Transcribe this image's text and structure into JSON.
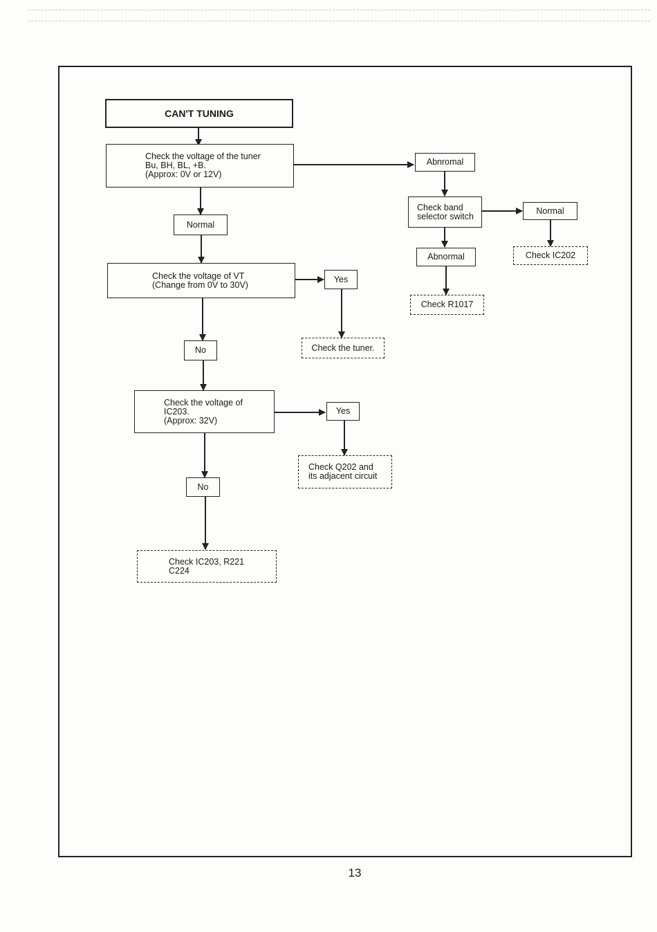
{
  "title": "CAN'T TUNING",
  "page_number": "13",
  "nodes": {
    "check_tuner_voltage": [
      "Check the voltage of the tuner",
      "Bu, BH, BL, +B.",
      "(Approx: 0V or 12V)"
    ],
    "normal_1": "Normal",
    "check_vt_voltage": [
      "Check the voltage of VT",
      "(Change from 0V to 30V)"
    ],
    "yes_1": "Yes",
    "check_tuner": "Check the tuner.",
    "no_1": "No",
    "check_ic203_voltage": [
      "Check the voltage of",
      "IC203.",
      "(Approx: 32V)"
    ],
    "yes_2": "Yes",
    "check_q202": [
      "Check Q202 and",
      "its adjacent circuit"
    ],
    "no_2": "No",
    "check_ic203_r221": [
      "Check IC203, R221",
      "C224"
    ],
    "abnormal_1": "Abnromal",
    "check_band_switch": [
      "Check band",
      "selector switch"
    ],
    "normal_2": "Normal",
    "check_ic202": "Check IC202",
    "abnormal_2": "Abnormal",
    "check_r1017": "Check R1017"
  }
}
